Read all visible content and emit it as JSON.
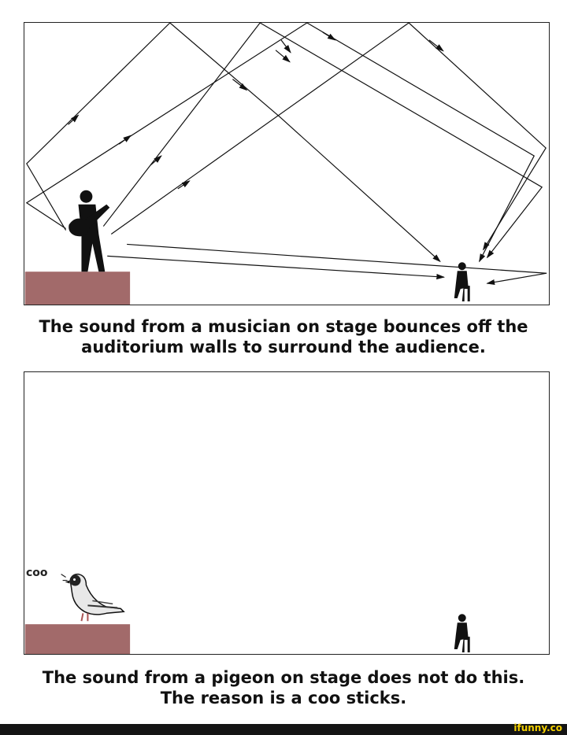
{
  "panels": [
    {
      "caption_line1": "The sound from a musician on stage bounces off the",
      "caption_line2": "auditorium walls to surround the audience."
    },
    {
      "speech": "coo",
      "caption_line1": "The sound from a pigeon on stage does not do this.",
      "caption_line2": "The reason is a coo sticks."
    }
  ],
  "watermark": "ifunny.co",
  "colors": {
    "stage": "#a26a6a",
    "ink": "#111111",
    "border": "#222222"
  }
}
